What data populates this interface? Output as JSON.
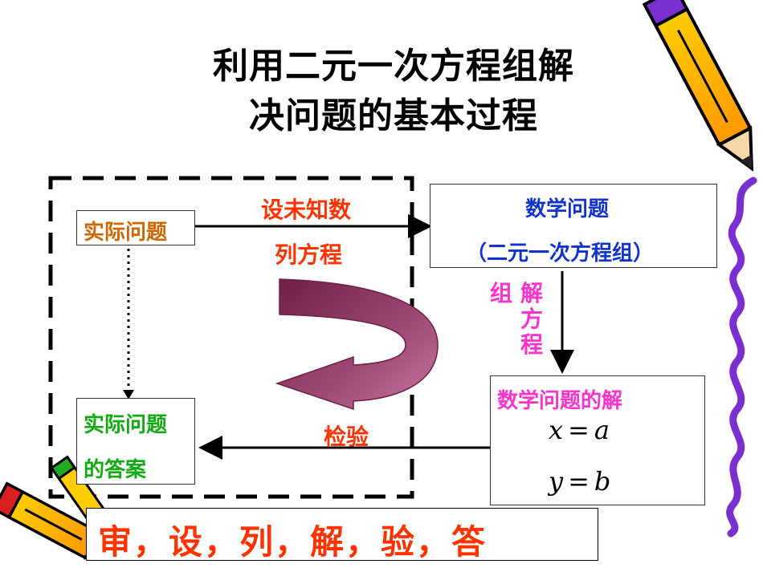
{
  "title": {
    "line1": "利用二元一次方程组解",
    "line2": "决问题的基本过程"
  },
  "nodes": {
    "practical_problem": "实际问题",
    "math_problem_title": "数学问题",
    "math_problem_sub": "（二元一次方程组）",
    "math_solution_title": "数学问题的解",
    "practical_answer_1": "实际问题",
    "practical_answer_2": "的答案"
  },
  "edges": {
    "set_unknowns": "设未知数",
    "list_equations": "列方程",
    "solve_1": "组",
    "solve_2": "解",
    "solve_3": "方",
    "solve_4": "程",
    "verify": "检验"
  },
  "solution": {
    "x_var": "x",
    "x_val": "a",
    "y_var": "y",
    "y_val": "b",
    "eq": "="
  },
  "steps_summary": "审，设，列，解，验，答",
  "colors": {
    "orange": "#cc6600",
    "red": "#ff3300",
    "blue": "#1133cc",
    "magenta": "#ff33cc",
    "green": "#11aa11",
    "curved_arrow": "#8b2e5a",
    "squiggle": "#7a2fd0"
  },
  "icons": [
    "pencil-icon",
    "pencil-icon",
    "squiggle-decoration"
  ]
}
